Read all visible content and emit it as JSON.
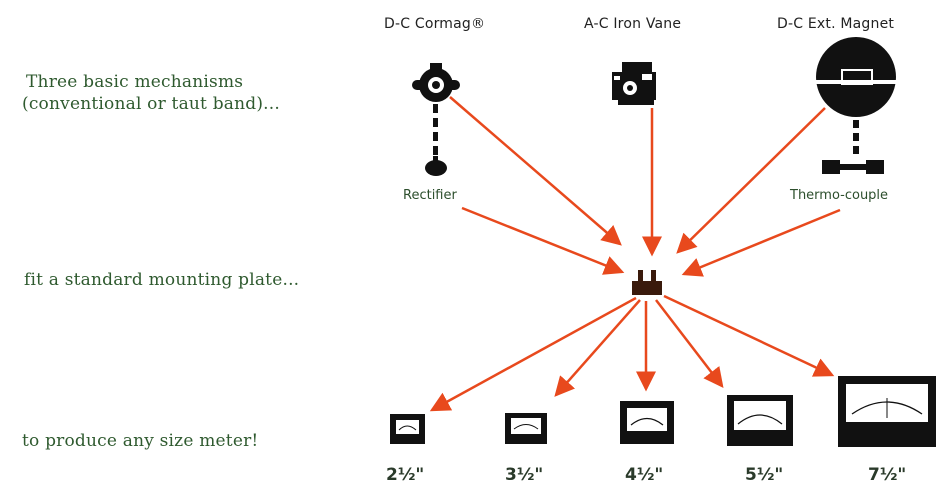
{
  "captions": {
    "line1a": "Three basic mechanisms",
    "line1b": "(conventional or taut band)...",
    "line2": "fit a standard mounting plate...",
    "line3": "to produce any size meter!"
  },
  "mechanisms": {
    "dc_cormag": "D-C Cormag®",
    "ac_iron_vane": "A-C Iron Vane",
    "dc_ext_magnet": "D-C Ext. Magnet"
  },
  "accessories": {
    "rectifier": "Rectifier",
    "thermocouple": "Thermo-couple"
  },
  "sizes": [
    "2½\"",
    "3½\"",
    "4½\"",
    "5½\"",
    "7½\""
  ],
  "colors": {
    "arrow": "#e8491d",
    "ink": "#111111",
    "text_green": "#2f5a2f"
  }
}
